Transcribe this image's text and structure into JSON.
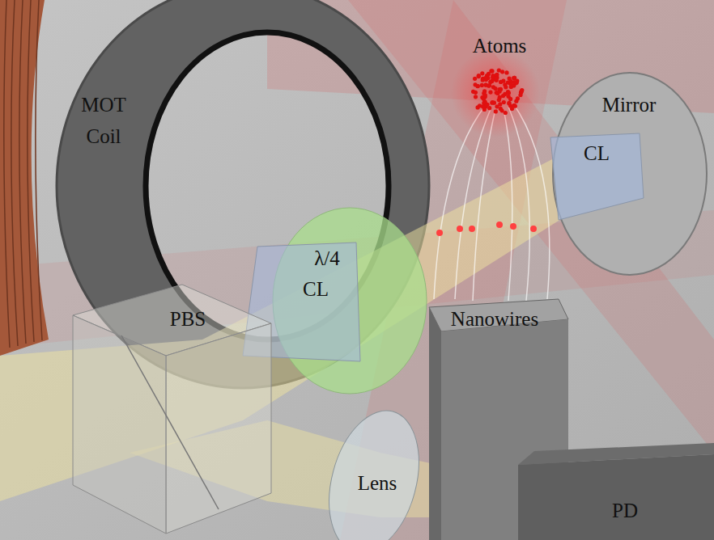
{
  "diagram": {
    "labels": [
      "MOT Coil",
      "Atoms",
      "Mirror",
      "CL",
      "λ/4",
      "CL",
      "PBS",
      "Nanowires",
      "Lens",
      "PD"
    ]
  }
}
